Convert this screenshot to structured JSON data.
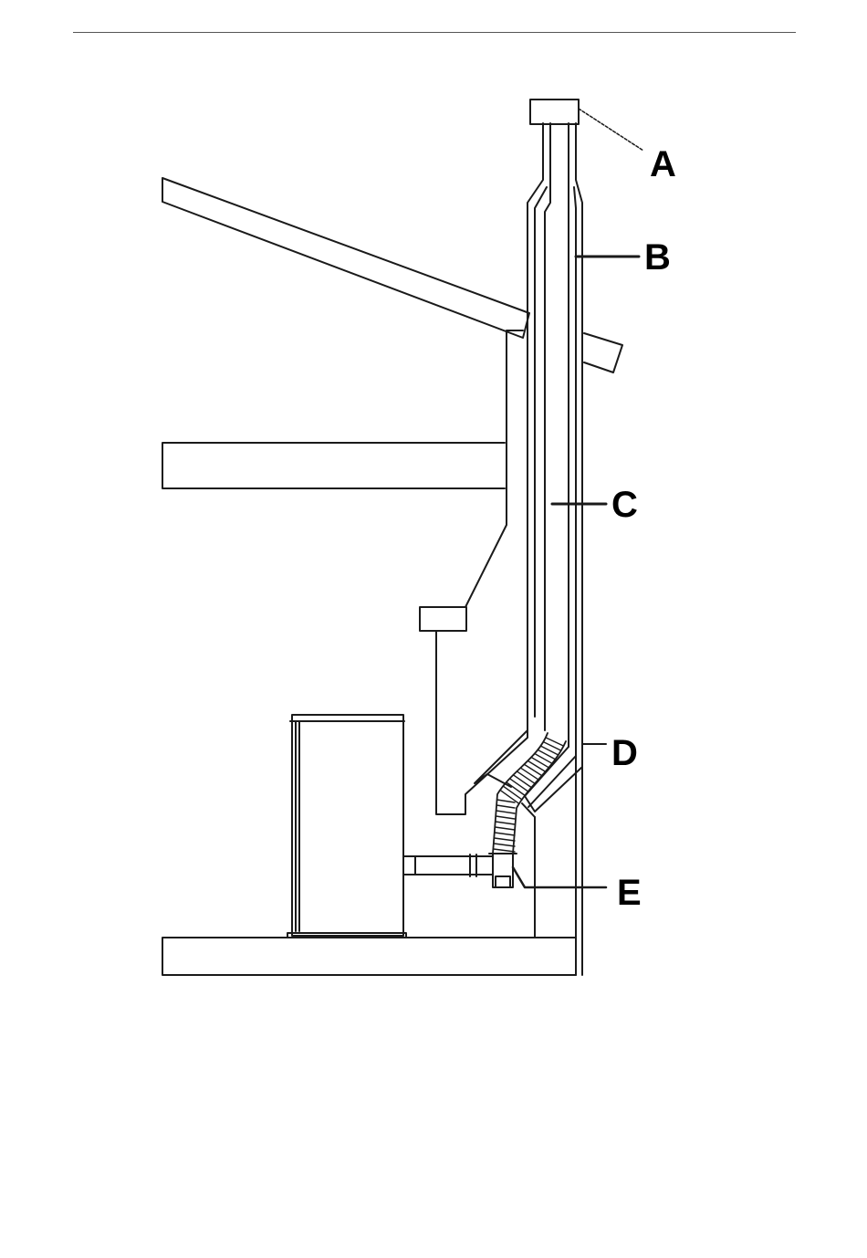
{
  "callouts": {
    "a": "A",
    "b": "B",
    "c": "C",
    "d": "D",
    "e": "E"
  },
  "colors": {
    "stroke": "#1a1a1a",
    "background": "#ffffff",
    "rule": "#555555"
  }
}
